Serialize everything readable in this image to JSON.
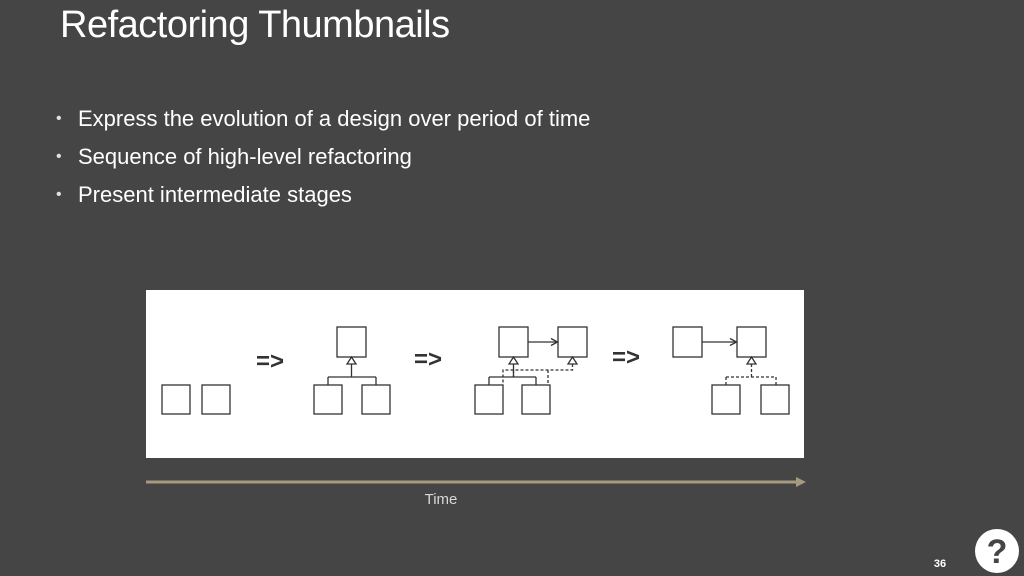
{
  "slide": {
    "title": "Refactoring Thumbnails",
    "bullets": [
      "Express the evolution of a design over period of time",
      "Sequence of high-level refactoring",
      "Present intermediate stages"
    ],
    "arrow_symbol": "=>",
    "timeline_label": "Time",
    "page_number": "36",
    "help_icon": "question-mark-icon"
  },
  "colors": {
    "background": "#454545",
    "text": "#ffffff",
    "timeline": "#a89a80",
    "diagram_stroke": "#333333"
  }
}
